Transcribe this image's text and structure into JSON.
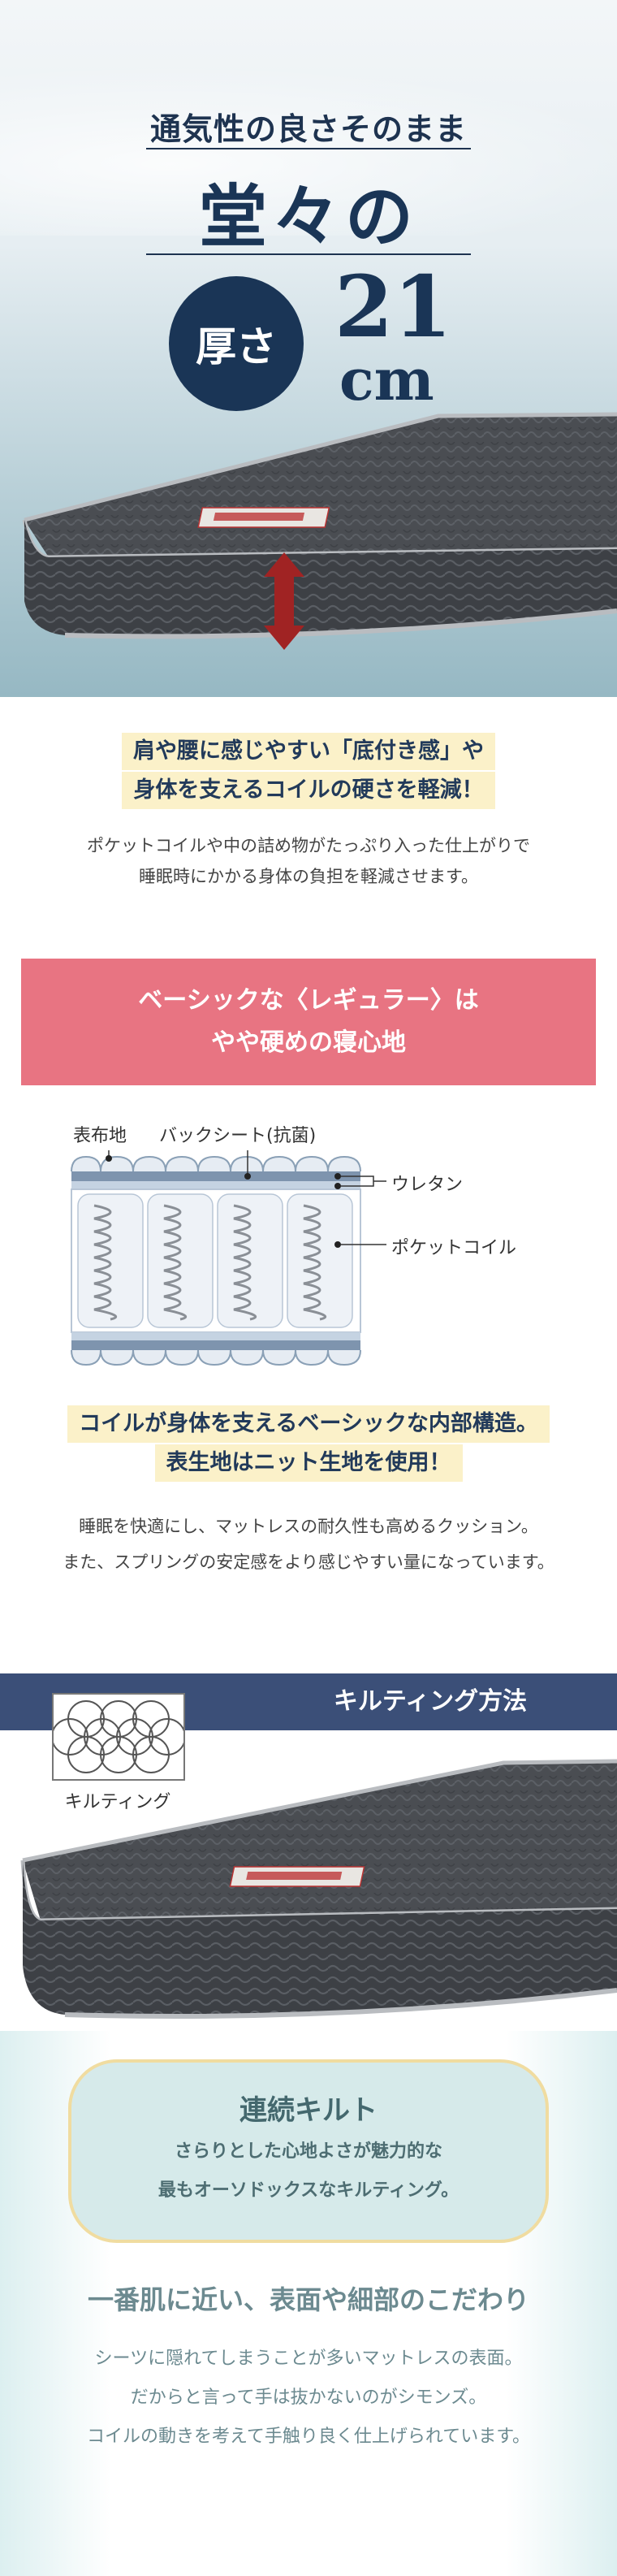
{
  "hero": {
    "subtitle": "通気性の良さそのまま",
    "title": "堂々の",
    "thickness_label": "厚さ",
    "thickness_value": "21",
    "thickness_unit": "cm"
  },
  "feature1": {
    "headline_1": "肩や腰に感じやすい「底付き感」や",
    "headline_2": "身体を支えるコイルの硬さを軽減！",
    "body_1": "ポケットコイルや中の詰め物がたっぷり入った仕上がりで",
    "body_2": "睡眠時にかかる身体の負担を軽減させます。"
  },
  "banner": {
    "line_1": "ベーシックな〈レギュラー〉は",
    "line_2": "やや硬めの寝心地"
  },
  "diagram": {
    "label_fabric": "表布地",
    "label_backsheet": "バックシート(抗菌)",
    "label_urethane": "ウレタン",
    "label_coil": "ポケットコイル"
  },
  "feature2": {
    "headline_1": "コイルが身体を支えるベーシックな内部構造。",
    "headline_2": "表生地はニット生地を使用！",
    "body_1": "睡眠を快適にし、マットレスの耐久性も高めるクッション。",
    "body_2": "また、スプリングの安定感をより感じやすい量になっています。"
  },
  "quilting": {
    "section_title": "キルティング方法",
    "thumb_label": "キルティング",
    "card_title": "連続キルト",
    "card_text_1": "さらりとした心地よさが魅力的な",
    "card_text_2": "最もオーソドックスなキルティング。",
    "detail_title": "一番肌に近い、表面や細部のこだわり",
    "detail_1": "シーツに隠れてしまうことが多いマットレスの表面。",
    "detail_2": "だからと言って手は抜かないのがシモンズ。",
    "detail_3": "コイルの動きを考えて手触り良く仕上げられています。"
  },
  "colors": {
    "navy": "#1a3556",
    "pink": "#e87482",
    "highlight": "#fbf1c9",
    "band": "#3b4f78",
    "teal_text": "#6c8a90"
  }
}
